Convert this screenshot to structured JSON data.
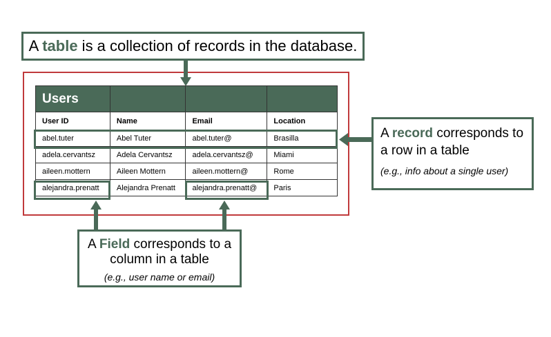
{
  "top_callout": {
    "prefix": "A ",
    "keyword": "table",
    "suffix": " is a collection of records in the database."
  },
  "table": {
    "title": "Users",
    "headers": [
      "User ID",
      "Name",
      "Email",
      "Location"
    ],
    "rows": [
      [
        "abel.tuter",
        "Abel Tuter",
        "abel.tuter@",
        "Brasilla"
      ],
      [
        "adela.cervantsz",
        "Adela Cervantsz",
        "adela.cervantsz@",
        "Miami"
      ],
      [
        "aileen.mottern",
        "Aileen Mottern",
        "aileen.mottern@",
        "Rome"
      ],
      [
        "alejandra.prenatt",
        "Alejandra Prenatt",
        "alejandra.prenatt@",
        "Paris"
      ]
    ]
  },
  "record_callout": {
    "prefix": "A ",
    "keyword": "record",
    "suffix": " corresponds to",
    "line2": "a row in a table",
    "example": "(e.g., info about a single user)"
  },
  "field_callout": {
    "prefix": "A ",
    "keyword": "Field",
    "suffix": " corresponds to a",
    "line2": "column in a table",
    "example": "(e.g., user name or email)"
  },
  "colors": {
    "accent": "#4a6a58",
    "frame": "#c0393b"
  }
}
